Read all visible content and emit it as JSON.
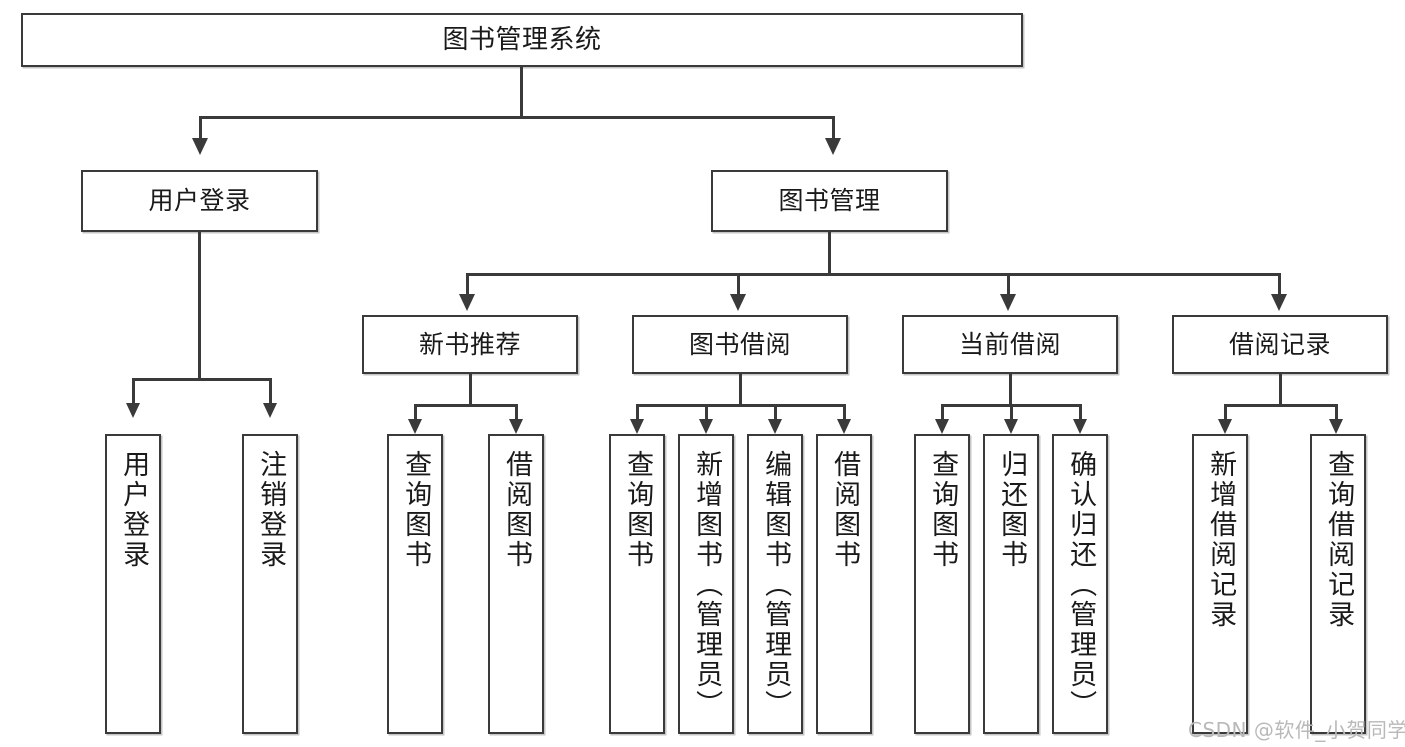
{
  "diagram": {
    "type": "tree-hierarchy",
    "title": "图书管理系统",
    "root": {
      "label": "图书管理系统"
    },
    "level2": [
      {
        "label": "用户登录"
      },
      {
        "label": "图书管理"
      }
    ],
    "level3": [
      {
        "label": "新书推荐"
      },
      {
        "label": "图书借阅"
      },
      {
        "label": "当前借阅"
      },
      {
        "label": "借阅记录"
      }
    ],
    "leaves": {
      "user_login": [
        {
          "label": "用户登录"
        },
        {
          "label": "注销登录"
        }
      ],
      "new_book_recommend": [
        {
          "label": "查询图书"
        },
        {
          "label": "借阅图书"
        }
      ],
      "book_borrow": [
        {
          "label": "查询图书"
        },
        {
          "label": "新增图书（管理员）"
        },
        {
          "label": "编辑图书（管理员）"
        },
        {
          "label": "借阅图书"
        }
      ],
      "current_borrow": [
        {
          "label": "查询图书"
        },
        {
          "label": "归还图书"
        },
        {
          "label": "确认归还（管理员）"
        }
      ],
      "borrow_record": [
        {
          "label": "新增借阅记录"
        },
        {
          "label": "查询借阅记录"
        }
      ]
    }
  },
  "watermark": {
    "text": "CSDN @软件_小贺同学"
  },
  "colors": {
    "stroke": "#3a3a3a",
    "text": "#1a1a1a",
    "background": "#ffffff",
    "watermark": "#b9b9b9"
  }
}
